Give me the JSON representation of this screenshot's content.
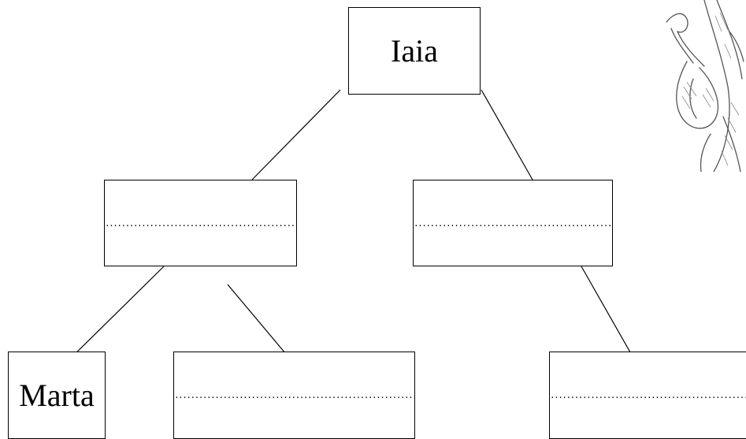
{
  "tree": {
    "root": {
      "label": "Iaia"
    },
    "level2": [
      {
        "id": "left",
        "label": "",
        "blank": "..................................................."
      },
      {
        "id": "right",
        "label": "",
        "blank": "..................................................."
      }
    ],
    "level3": [
      {
        "id": "marta",
        "label": "Marta"
      },
      {
        "id": "mid",
        "label": "",
        "blank": "..................................................................."
      },
      {
        "id": "far-right",
        "label": "",
        "blank": "........................................................."
      }
    ]
  },
  "colors": {
    "ink": "#000000",
    "background": "#ffffff",
    "sketch": "#555555"
  },
  "illustration": {
    "icon": "sketch-figure-icon"
  }
}
